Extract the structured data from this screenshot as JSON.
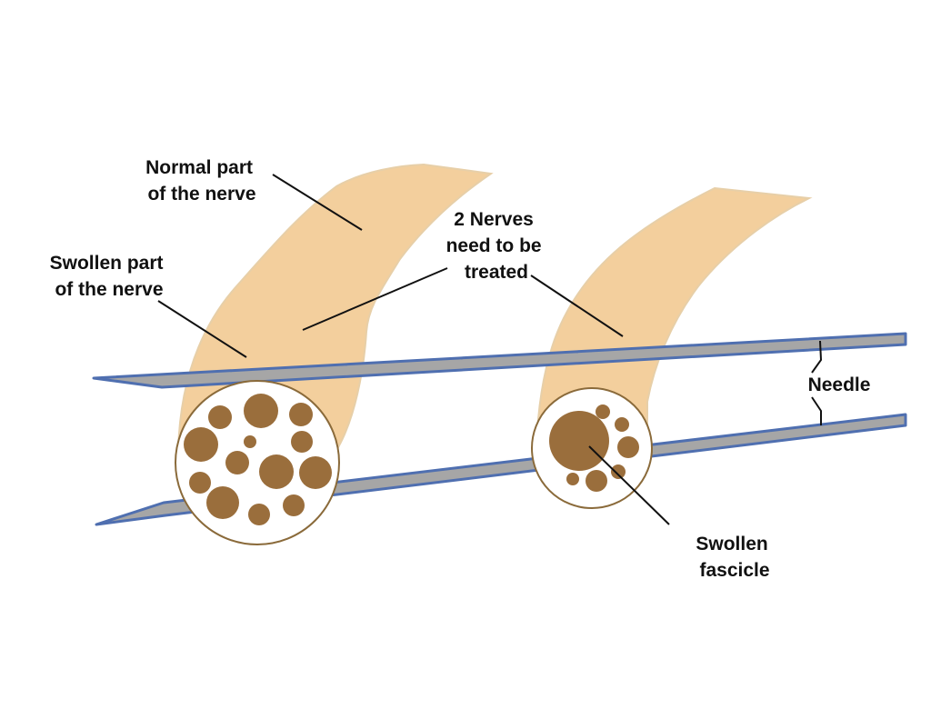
{
  "labels": {
    "normal_part": [
      "Normal part",
      "of the nerve"
    ],
    "swollen_part": [
      "Swollen part",
      "of the nerve"
    ],
    "two_nerves": [
      "2 Nerves",
      "need to be",
      "treated"
    ],
    "needle": "Needle",
    "swollen_fascicle": [
      "Swollen",
      "fascicle"
    ]
  },
  "colors": {
    "nerve_fill": "#f3cf9d",
    "fascicle_fill": "#9a6e3c",
    "cross_section_fill": "#ffffff",
    "cross_section_stroke": "#8a6a3a",
    "needle_fill": "#a6a6a6",
    "needle_stroke": "#4f6fb0",
    "leader_line": "#111111"
  },
  "icons": [
    "nerve-shape",
    "needle-shape",
    "fascicle-circle"
  ]
}
